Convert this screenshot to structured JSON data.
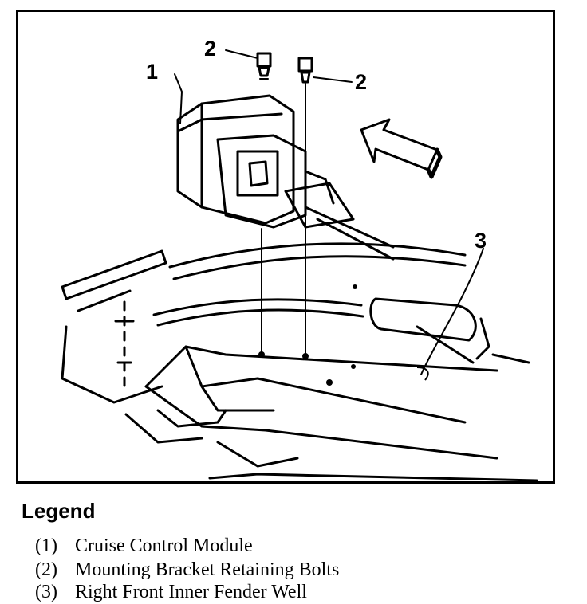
{
  "callouts": {
    "module": "1",
    "bolts_upper": "2",
    "bolts_right": "2",
    "fender_well": "3"
  },
  "legend": {
    "title": "Legend",
    "items": [
      {
        "num": "(1)",
        "text": "Cruise Control Module"
      },
      {
        "num": "(2)",
        "text": "Mounting Bracket Retaining Bolts"
      },
      {
        "num": "(3)",
        "text": "Right Front Inner Fender Well"
      }
    ]
  }
}
